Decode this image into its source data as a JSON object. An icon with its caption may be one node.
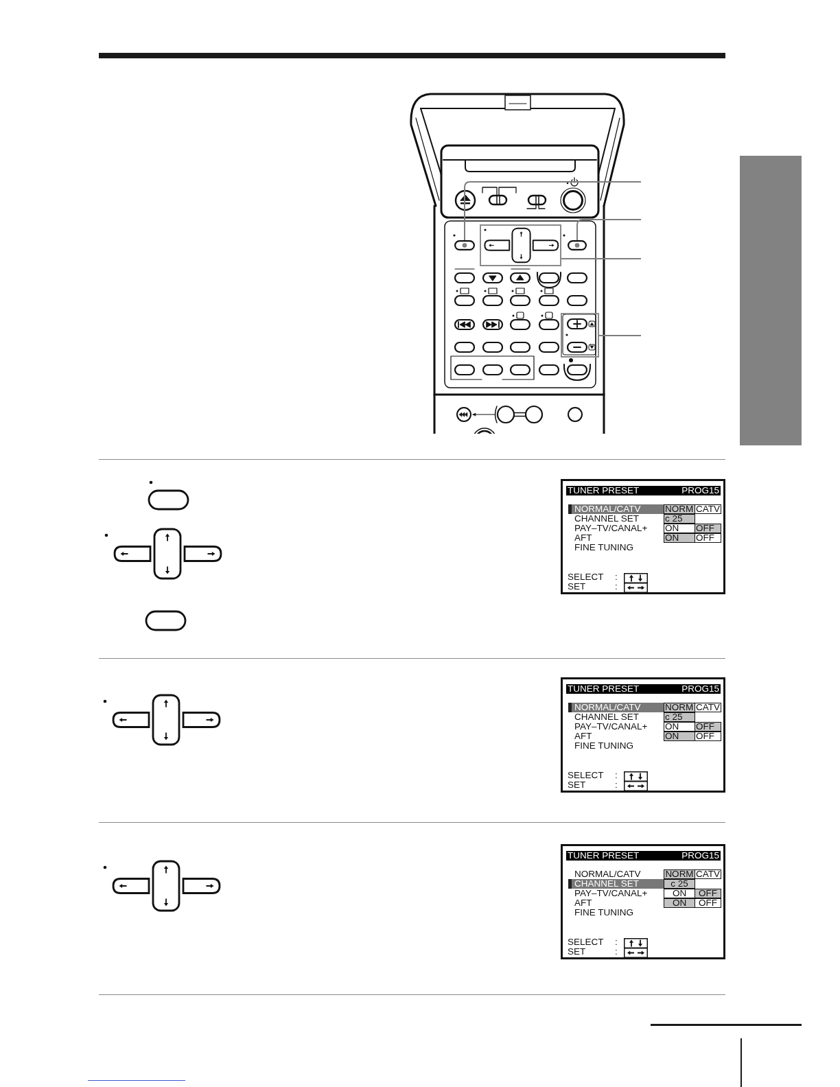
{
  "diagram": {
    "nodes": [
      {
        "text": [],
        "shape": "bar"
      },
      {
        "text": [],
        "shape": "button"
      },
      {
        "text": [],
        "shape": "box"
      },
      {
        "text": [],
        "shape": "button"
      },
      {
        "text": [],
        "shape": "box"
      },
      {
        "text": [
          "CHANNEL SET",
          "PAY–TV/CANAL+",
          "AFT",
          "FINE TUNING",
          "SELECT",
          ":",
          "SET",
          ":"
        ]
      },
      {
        "text": [
          "TUNER PRESET",
          "PROG15"
        ],
        "in": 5
      },
      {
        "text": [
          "NORMAL/CATV"
        ],
        "in": 5
      },
      {
        "text": [
          "NORM"
        ],
        "in": 5
      },
      {
        "text": [
          "CATV"
        ],
        "in": 5
      },
      {
        "text": [
          "c 25"
        ],
        "in": 5
      },
      {
        "text": [
          "ON"
        ],
        "in": 5
      },
      {
        "text": [
          "OFF"
        ],
        "in": 5
      },
      {
        "text": [
          "ON"
        ],
        "in": 5
      },
      {
        "text": [
          "OFF"
        ],
        "in": 5
      },
      {
        "text": [
          "CHANNEL SET",
          "PAY–TV/CANAL+",
          "AFT",
          "FINE TUNING",
          "SELECT",
          ":",
          "SET",
          ":"
        ]
      },
      {
        "text": [
          "TUNER PRESET",
          "PROG15"
        ],
        "in": 15
      },
      {
        "text": [
          "NORMAL/CATV"
        ],
        "in": 15
      },
      {
        "text": [
          "NORM"
        ],
        "in": 15
      },
      {
        "text": [
          "CATV"
        ],
        "in": 15
      },
      {
        "text": [
          "c 25"
        ],
        "in": 15
      },
      {
        "text": [
          "ON"
        ],
        "in": 15
      },
      {
        "text": [
          "OFF"
        ],
        "in": 15
      },
      {
        "text": [
          "ON"
        ],
        "in": 15
      },
      {
        "text": [
          "OFF"
        ],
        "in": 15
      },
      {
        "text": [
          "NORMAL/CATV",
          "PAY–TV/CANAL+",
          "AFT",
          "FINE TUNING",
          "SELECT",
          ":",
          "SET",
          ":"
        ]
      },
      {
        "text": [
          "TUNER PRESET",
          "PROG15"
        ],
        "in": 25
      },
      {
        "text": [
          "NORM"
        ],
        "in": 25
      },
      {
        "text": [
          "CATV"
        ],
        "in": 25
      },
      {
        "text": [
          "CHANNEL SET"
        ],
        "in": 25
      },
      {
        "text": [
          "c 25"
        ],
        "in": 25
      },
      {
        "text": [
          "ON"
        ],
        "in": 25
      },
      {
        "text": [
          "OFF"
        ],
        "in": 25
      },
      {
        "text": [
          "ON"
        ],
        "in": 25
      },
      {
        "text": [
          "OFF"
        ],
        "in": 25
      }
    ],
    "edges": [
      {
        "from": null,
        "to": 1,
        "arrow": "none"
      },
      {
        "from": null,
        "to": 3,
        "arrow": "none"
      },
      {
        "from": null,
        "to": 2,
        "arrow": "none"
      },
      {
        "from": null,
        "to": 4,
        "arrow": "none"
      }
    ]
  }
}
